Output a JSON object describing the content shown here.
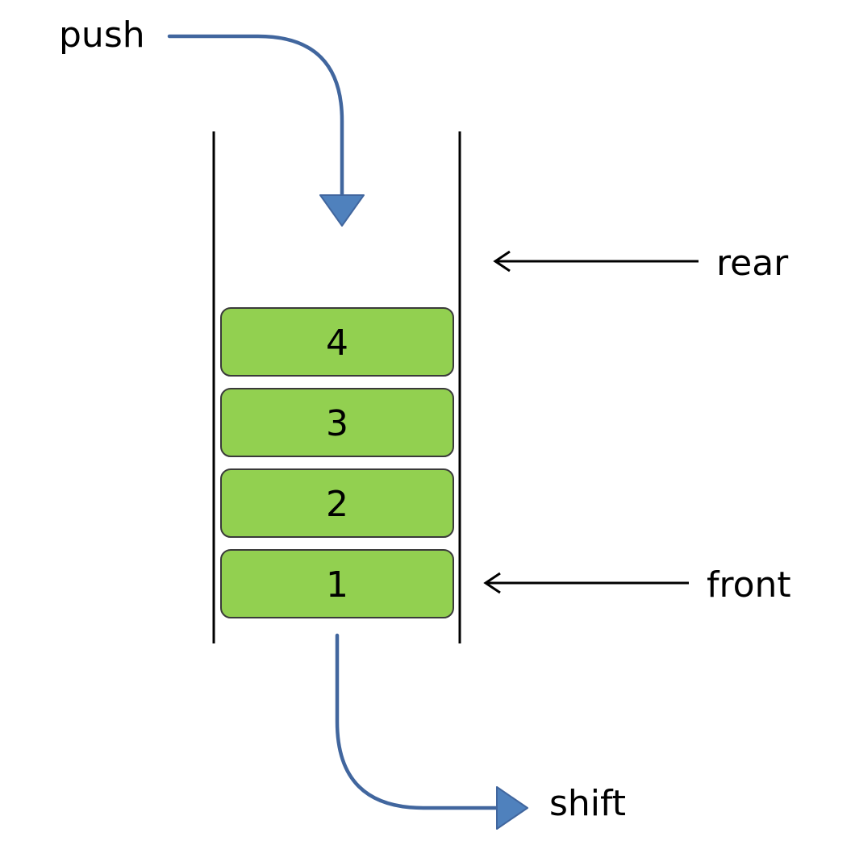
{
  "labels": {
    "push": "push",
    "shift": "shift",
    "rear": "rear",
    "front": "front"
  },
  "queue_items": [
    "4",
    "3",
    "2",
    "1"
  ],
  "colors": {
    "block_fill": "#92d050",
    "block_stroke": "#3a3a3a",
    "flow_arrow": "#41669e",
    "arrowhead_fill": "#4f81bd",
    "pointer_arrow": "#000000"
  }
}
